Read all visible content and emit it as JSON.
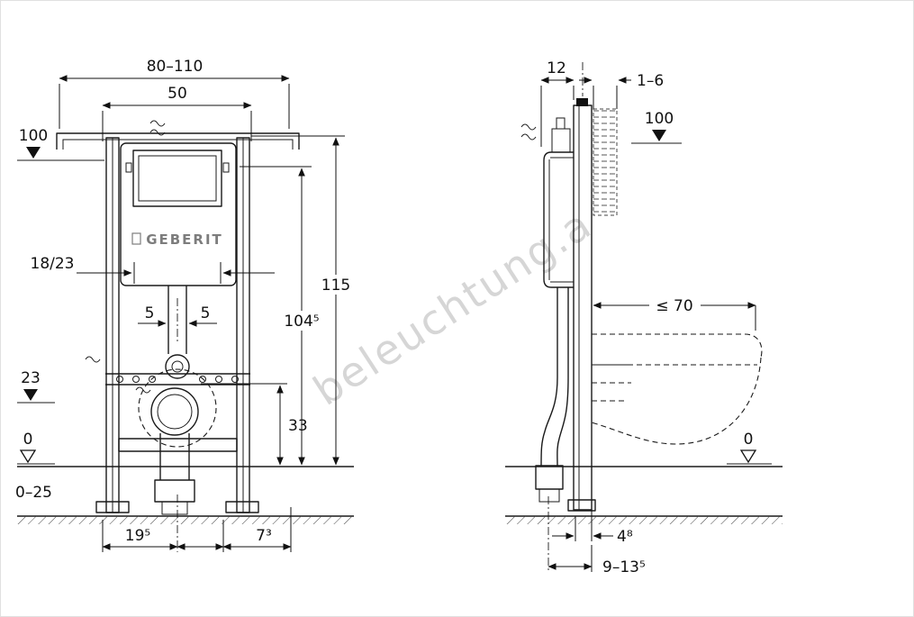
{
  "meta": {
    "background": "#ffffff",
    "line_color": "#1a1a1a",
    "watermark_color": "#d6d6d6"
  },
  "watermark": {
    "text": "beleuchtung.a"
  },
  "front_view": {
    "logo": "GEBERIT",
    "dims": {
      "width_range": "80–110",
      "width_inner": "50",
      "level_top": "100",
      "height_total": "115",
      "height_actuation": "104⁵",
      "flush_bend": "18/23",
      "offset_left": "5",
      "offset_right": "5",
      "level_outlet": "23",
      "level_floor": "0",
      "floor_buildup": "0–25",
      "outlet_offset": "19⁵",
      "side_offset": "7³",
      "outlet_height": "33"
    }
  },
  "side_view": {
    "dims": {
      "depth_frame": "12",
      "wall_finish": "1–6",
      "level_top": "100",
      "pan_depth_max": "≤ 70",
      "level_floor": "0",
      "outlet_wall_offset": "4⁸",
      "outlet_range": "9–13⁵"
    }
  }
}
